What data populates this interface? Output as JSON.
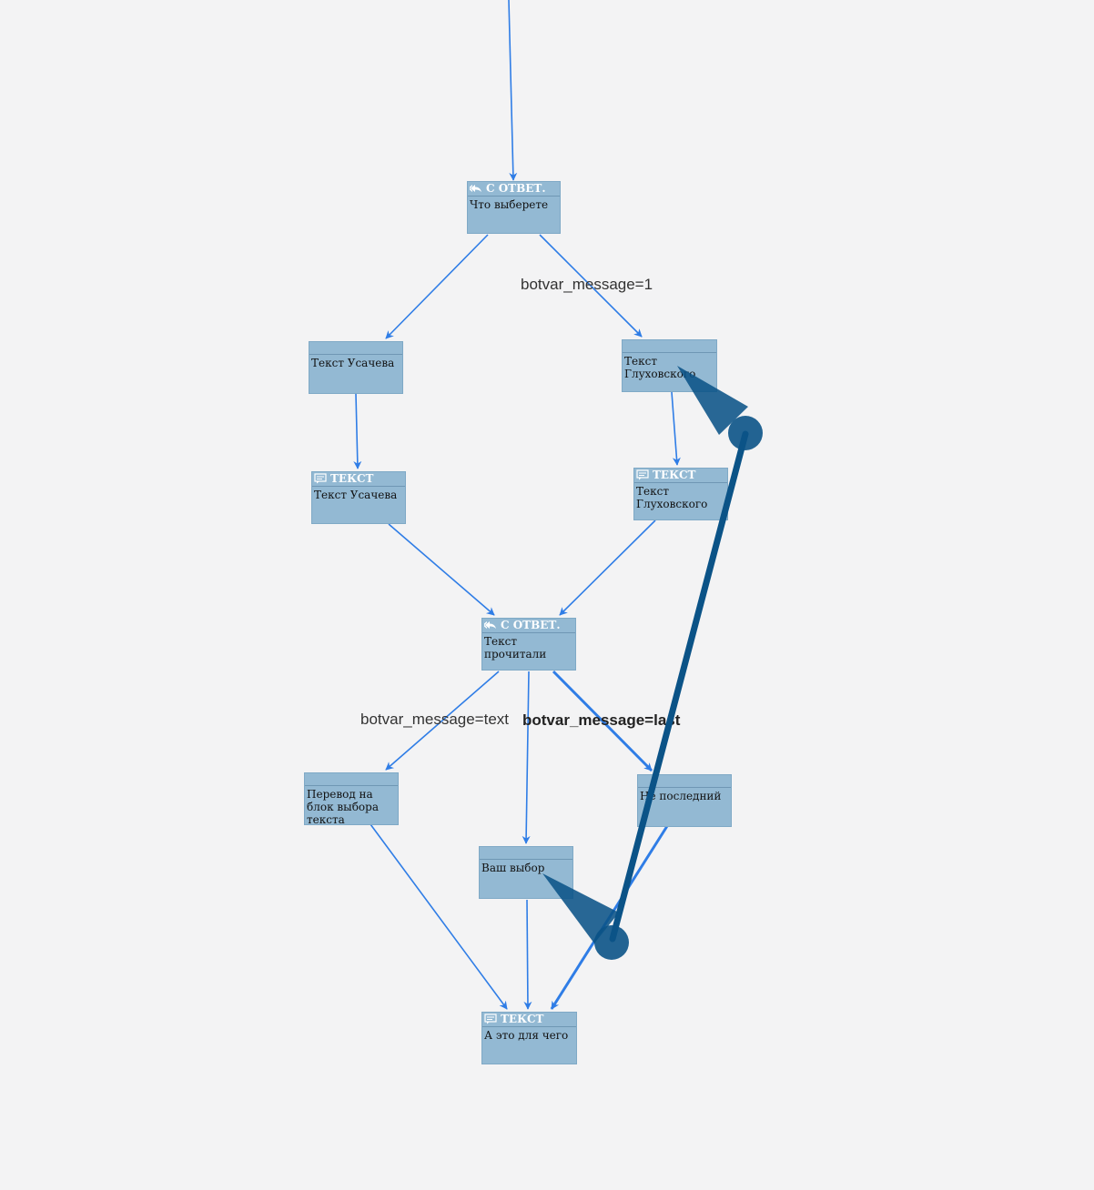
{
  "nodes": {
    "q1": {
      "type": "С ОТВЕТ.",
      "text": "Что выберете"
    },
    "usachev": {
      "type": "",
      "text": "Текст Усачева"
    },
    "gluh": {
      "type": "",
      "text": "Текст Глуховского"
    },
    "usachev_text": {
      "type": "ТЕКСТ",
      "text": "Текст Усачева"
    },
    "gluh_text": {
      "type": "ТЕКСТ",
      "text": "Текст Глуховского"
    },
    "q2": {
      "type": "С ОТВЕТ.",
      "text": "Текст прочитали"
    },
    "transfer": {
      "type": "",
      "text": "Перевод на блок выбора текста"
    },
    "choice": {
      "type": "",
      "text": "Ваш выбор"
    },
    "last": {
      "type": "",
      "text": "Не последний"
    },
    "final": {
      "type": "ТЕКСТ",
      "text": "А это для чего"
    }
  },
  "edge_labels": {
    "msg1": "botvar_message=1",
    "msg_text": "botvar_message=text",
    "msg_last": "botvar_message=last"
  },
  "colors": {
    "node_fill": "#93b9d3",
    "edge": "#2f7de6",
    "drag_handle": "#0b5387"
  },
  "icons": {
    "reply": "reply-icon",
    "text": "message-icon"
  }
}
